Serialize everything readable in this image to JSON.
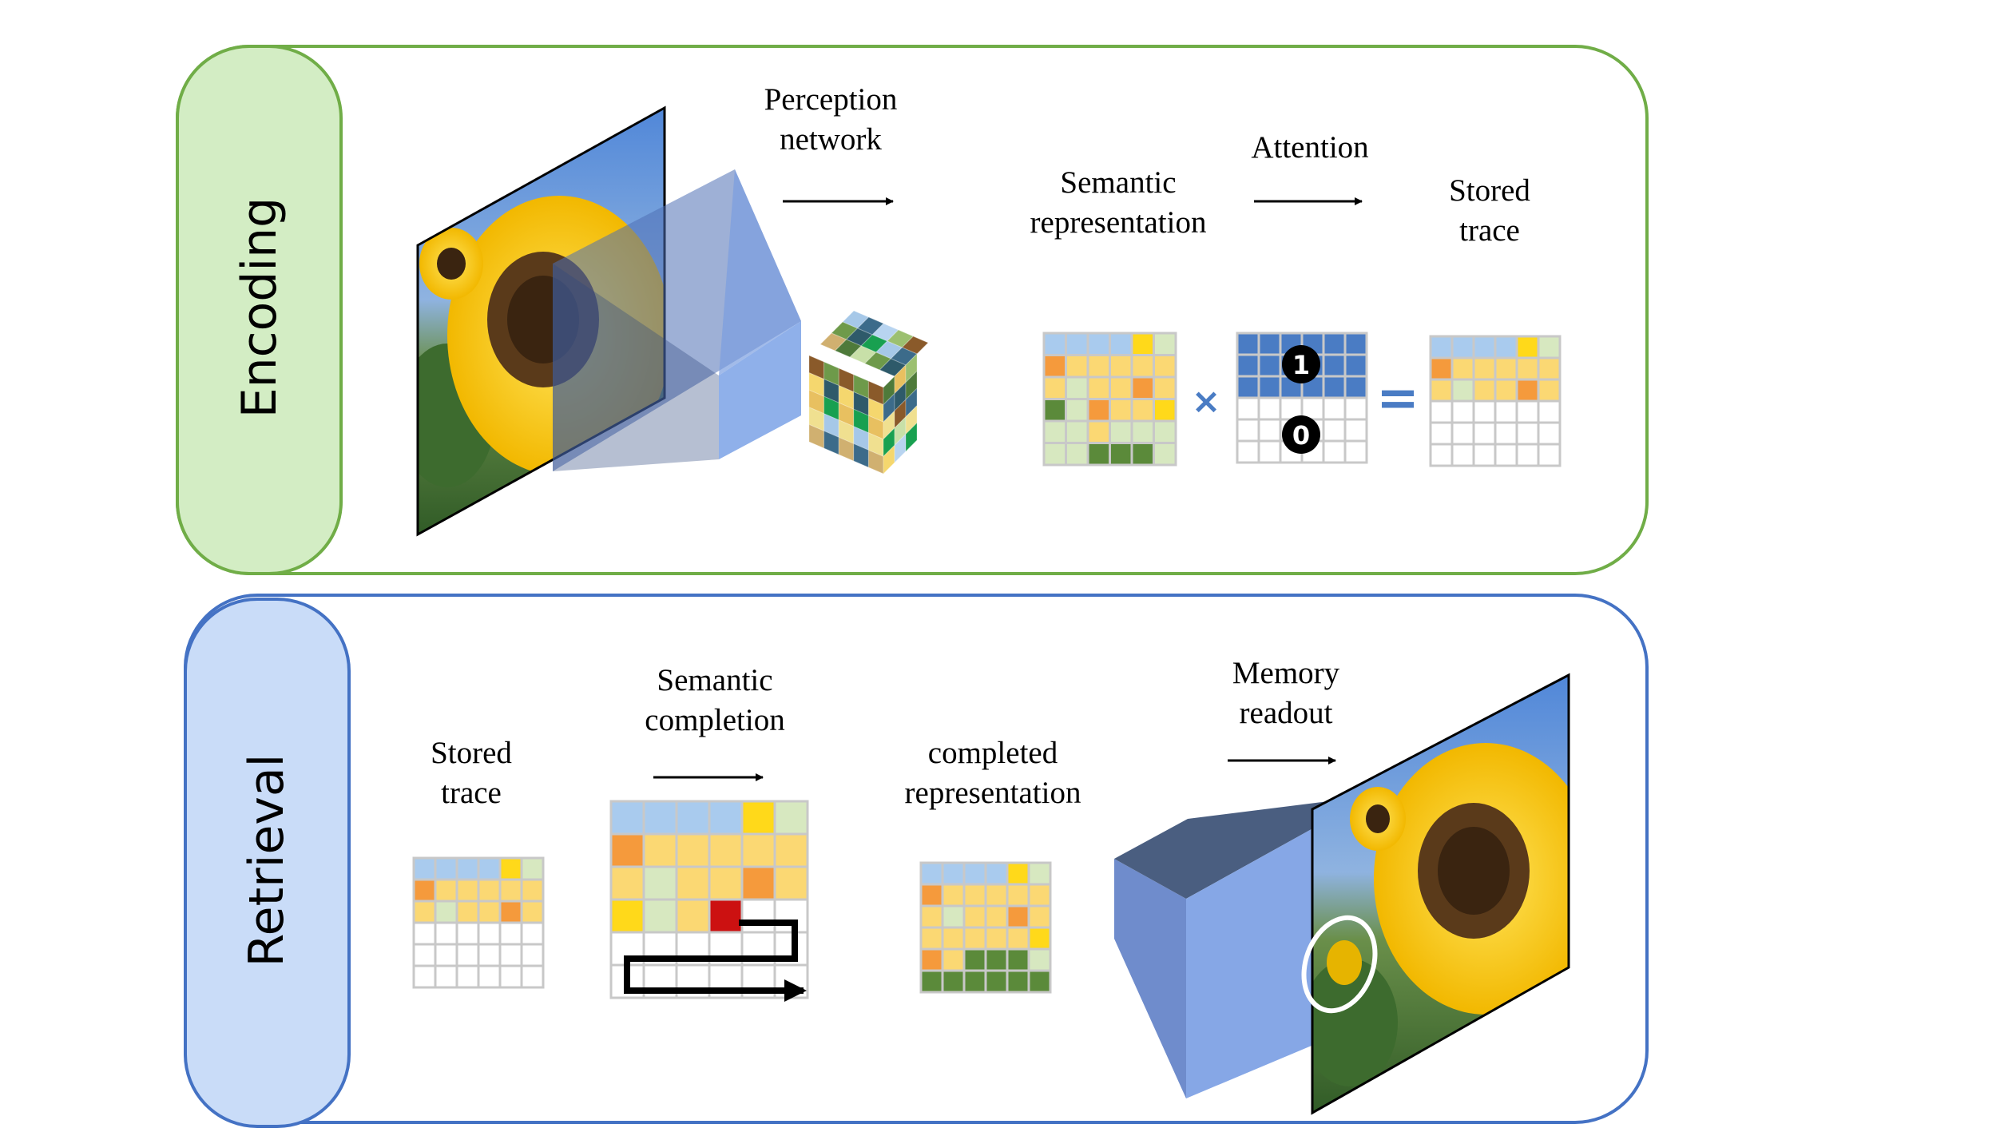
{
  "encoding": {
    "tab_label": "Encoding",
    "perception_network": [
      "Perception",
      "network"
    ],
    "semantic_representation": [
      "Semantic",
      "representation"
    ],
    "attention": "Attention",
    "stored_trace": [
      "Stored",
      "trace"
    ],
    "multiply_symbol": "×",
    "equals_symbol": "=",
    "attention_mask_on": "1",
    "attention_mask_off": "0"
  },
  "retrieval": {
    "tab_label": "Retrieval",
    "stored_trace": [
      "Stored",
      "trace"
    ],
    "semantic_completion": [
      "Semantic",
      "completion"
    ],
    "completed_representation": [
      "completed",
      "representation"
    ],
    "memory_readout": [
      "Memory",
      "readout"
    ]
  },
  "colors": {
    "encoding_border": "#70ad47",
    "encoding_tab": "#d3edc4",
    "retrieval_border": "#4472c4",
    "retrieval_tab": "#c9dcf8",
    "symbol_blue": "#4a7cc4",
    "grid_line": "#c8c8c8"
  },
  "grids": {
    "semantic_representation": [
      [
        "lb",
        "lb",
        "lb",
        "lb",
        "y",
        "lg"
      ],
      [
        "o",
        "ly",
        "ly",
        "ly",
        "ly",
        "ly"
      ],
      [
        "ly",
        "lg",
        "ly",
        "ly",
        "o",
        "ly"
      ],
      [
        "g",
        "lg",
        "o",
        "ly",
        "ly",
        "y"
      ],
      [
        "lg",
        "lg",
        "ly",
        "lg",
        "lg",
        "lg"
      ],
      [
        "lg",
        "lg",
        "g",
        "g",
        "g",
        "lg"
      ]
    ],
    "attention_mask": [
      [
        "b",
        "b",
        "b",
        "b",
        "b",
        "b"
      ],
      [
        "b",
        "b",
        "b",
        "b",
        "b",
        "b"
      ],
      [
        "b",
        "b",
        "b",
        "b",
        "b",
        "b"
      ],
      [
        "w",
        "w",
        "w",
        "w",
        "w",
        "w"
      ],
      [
        "w",
        "w",
        "w",
        "w",
        "w",
        "w"
      ],
      [
        "w",
        "w",
        "w",
        "w",
        "w",
        "w"
      ]
    ],
    "stored_trace": [
      [
        "lb",
        "lb",
        "lb",
        "lb",
        "y",
        "lg"
      ],
      [
        "o",
        "ly",
        "ly",
        "ly",
        "ly",
        "ly"
      ],
      [
        "ly",
        "lg",
        "ly",
        "ly",
        "o",
        "ly"
      ],
      [
        "w",
        "w",
        "w",
        "w",
        "w",
        "w"
      ],
      [
        "w",
        "w",
        "w",
        "w",
        "w",
        "w"
      ],
      [
        "w",
        "w",
        "w",
        "w",
        "w",
        "w"
      ]
    ],
    "semantic_completion": [
      [
        "lb",
        "lb",
        "lb",
        "lb",
        "y",
        "lg"
      ],
      [
        "o",
        "ly",
        "ly",
        "ly",
        "ly",
        "ly"
      ],
      [
        "ly",
        "lg",
        "ly",
        "ly",
        "o",
        "ly"
      ],
      [
        "y",
        "lg",
        "ly",
        "r",
        "w",
        "w"
      ],
      [
        "w",
        "w",
        "w",
        "w",
        "w",
        "w"
      ],
      [
        "w",
        "w",
        "w",
        "w",
        "w",
        "w"
      ]
    ],
    "completed_representation": [
      [
        "lb",
        "lb",
        "lb",
        "lb",
        "y",
        "lg"
      ],
      [
        "o",
        "ly",
        "ly",
        "ly",
        "ly",
        "ly"
      ],
      [
        "ly",
        "lg",
        "ly",
        "ly",
        "o",
        "ly"
      ],
      [
        "ly",
        "ly",
        "ly",
        "ly",
        "ly",
        "y"
      ],
      [
        "o",
        "ly",
        "g",
        "g",
        "g",
        "lg"
      ],
      [
        "g",
        "g",
        "g",
        "g",
        "g",
        "g"
      ]
    ]
  },
  "palette": {
    "lb": "#a9cbee",
    "y": "#ffd91a",
    "lg": "#d7e8c0",
    "o": "#f59a3c",
    "ly": "#fbd873",
    "g": "#5b8a3a",
    "r": "#cc1111",
    "b": "#4a7cc4",
    "w": "#ffffff"
  }
}
